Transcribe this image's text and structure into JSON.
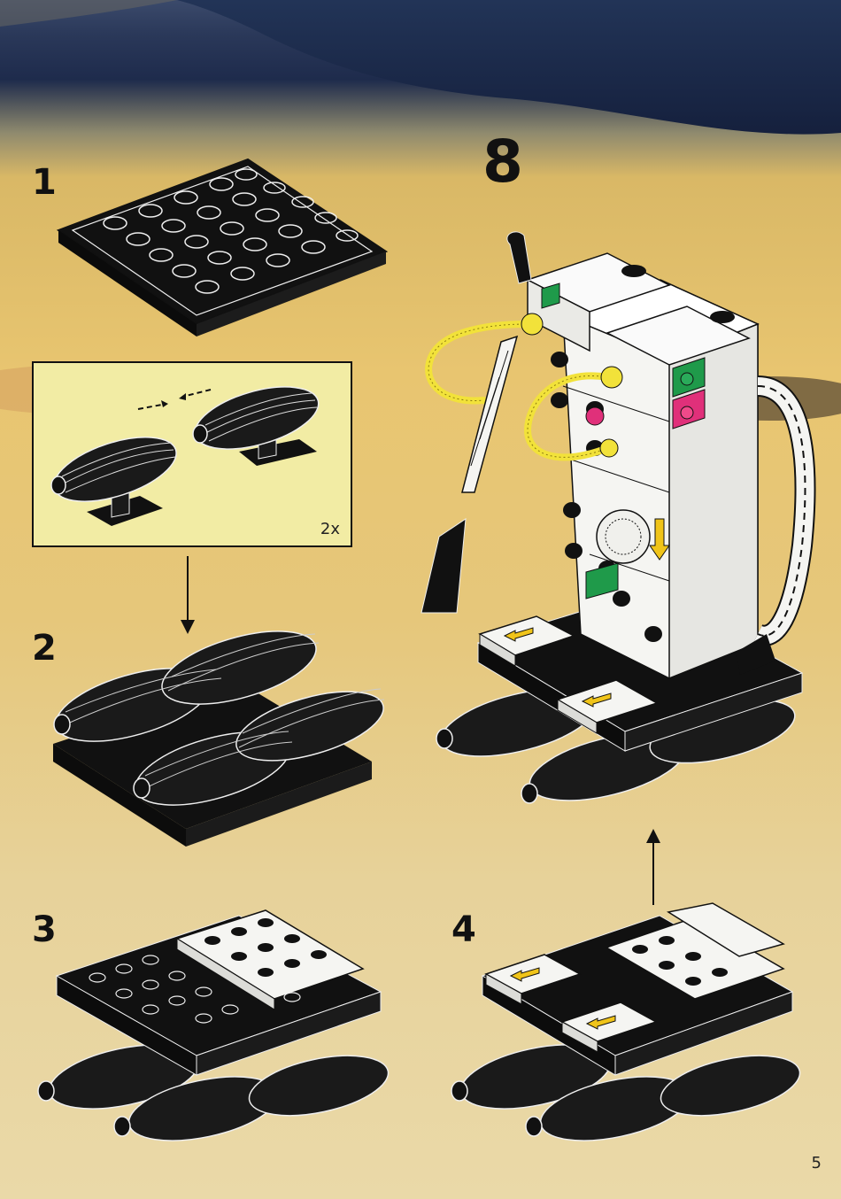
{
  "instruction": {
    "title_step": "8",
    "steps": [
      "1",
      "2",
      "3",
      "4"
    ],
    "callout_quantity": "2x",
    "page_number": "5"
  },
  "colors": {
    "brick_black": "#111111",
    "brick_white": "#f5f5f2",
    "hose_yellow": "#f2e23a",
    "accent_green": "#1f9a4a",
    "accent_magenta": "#e0307a",
    "arrow_yellow": "#f0c419",
    "callout_bg": "#f2eca4"
  },
  "icons": [
    "arrow-down-icon",
    "arrow-up-icon",
    "arrow-left-icon",
    "dashed-converge-arrows-icon"
  ]
}
